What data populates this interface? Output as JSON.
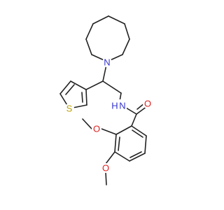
{
  "molecule": {
    "atoms": {
      "N_amine": {
        "symbol": "N",
        "color": "#3333cc"
      },
      "S_ring": {
        "symbol": "S",
        "color": "#b8a000"
      },
      "N_amide": {
        "symbol": "N",
        "color": "#3333cc"
      },
      "H_amide": {
        "symbol": "H",
        "color": "#3333cc"
      },
      "O_carbonyl": {
        "symbol": "O",
        "color": "#dd2222"
      },
      "O_methoxy_1": {
        "symbol": "O",
        "color": "#dd2222"
      },
      "O_methoxy_2": {
        "symbol": "O",
        "color": "#dd2222"
      }
    },
    "bond_color": "#222222"
  }
}
